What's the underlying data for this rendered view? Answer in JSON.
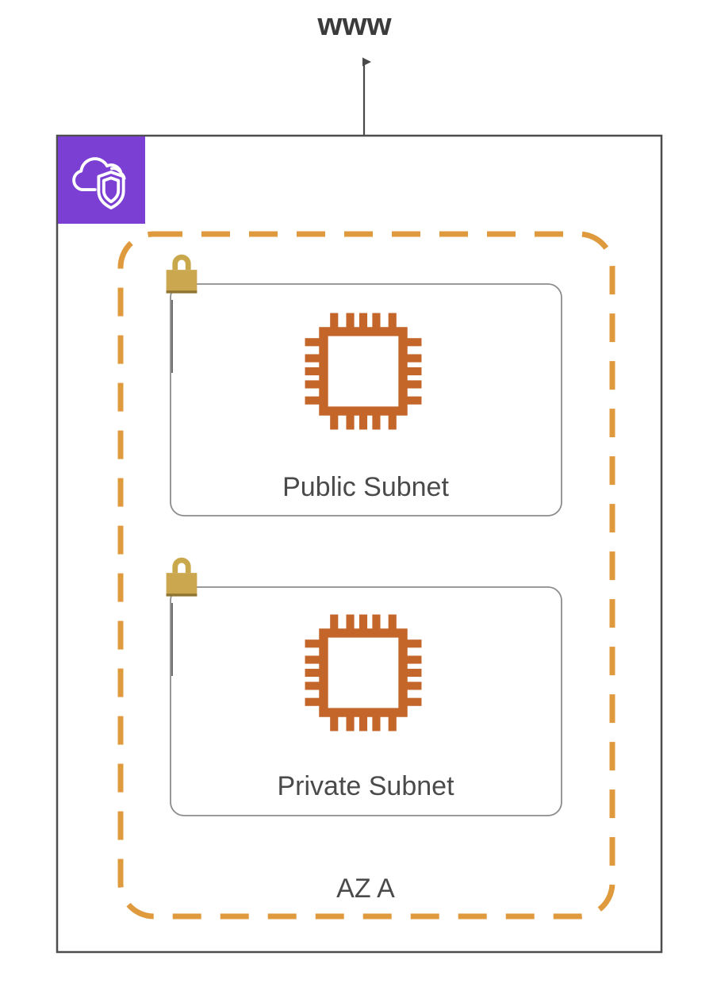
{
  "diagram": {
    "title_label": "www",
    "internet": {
      "label": "www",
      "connector": "double-headed-arrow",
      "color": "#4a4a4a"
    },
    "vpc": {
      "name": "vpc-container",
      "border_color": "#4d4d4d",
      "icon": {
        "name": "aws-vpc-icon",
        "semantic": "cloud-shield-icon",
        "background_color": "#7B3FD4",
        "glyph_color": "#ffffff"
      }
    },
    "availability_zone": {
      "label": "AZ A",
      "border_color": "#E09A3E",
      "border_style": "dashed",
      "corner_radius": 40
    },
    "subnets": [
      {
        "label": "Public Subnet",
        "lock_icon_name": "lock-icon",
        "compute_icon_name": "cpu-chip-icon",
        "border_color": "#767676",
        "lock_color": "#CBA githubA"
      },
      {
        "label": "Private Subnet",
        "lock_icon_name": "lock-icon",
        "compute_icon_name": "cpu-chip-icon",
        "border_color": "#767676"
      }
    ],
    "colors": {
      "purple": "#7B3FD4",
      "orange_dashed": "#E09A3E",
      "lock_gold": "#C9A84C",
      "chip_orange": "#C4652A",
      "text_gray": "#4a4a4a",
      "box_border": "#4d4d4d",
      "subnet_border": "#8c8c8c"
    }
  }
}
